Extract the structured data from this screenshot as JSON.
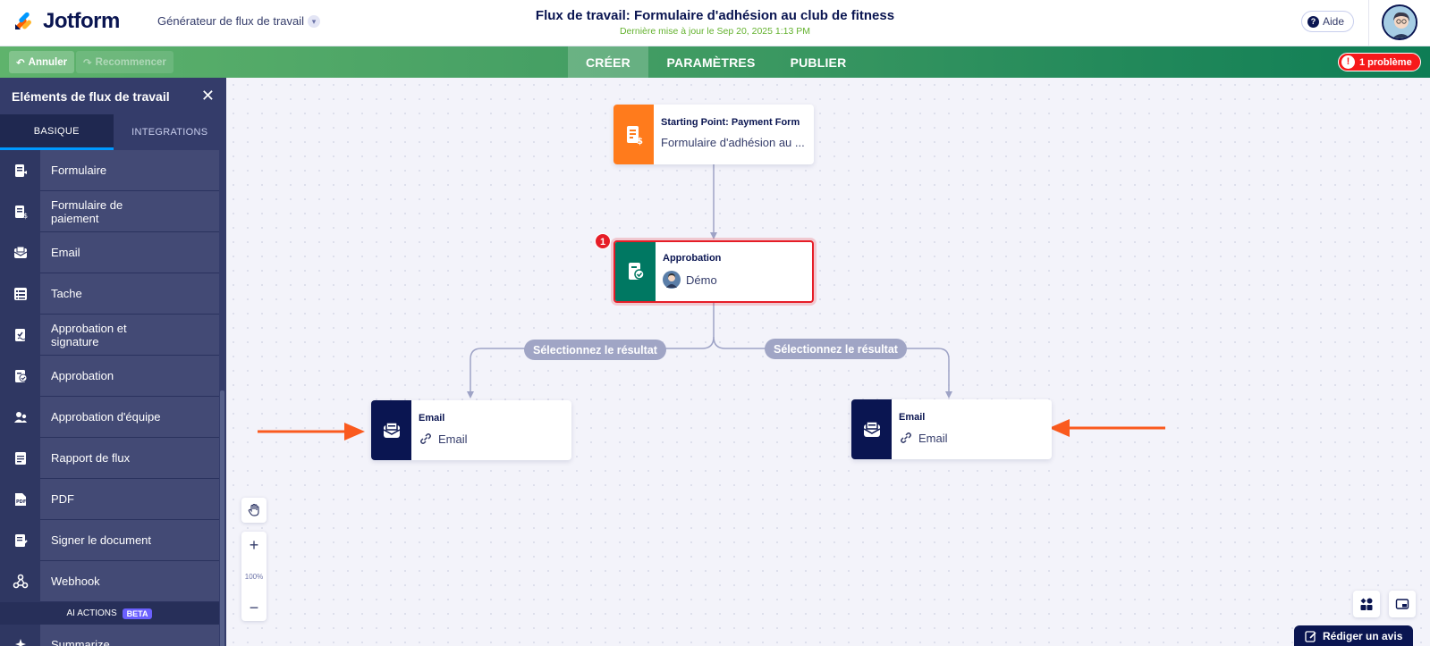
{
  "app": {
    "logo_text": "Jotform",
    "builder_selector": "Générateur de flux de travail",
    "title": "Flux de travail: Formulaire d'adhésion au club de fitness",
    "last_updated": "Dernière mise à jour le Sep 20, 2025 1:13 PM",
    "help_label": "Aide"
  },
  "toolbar": {
    "undo_label": "Annuler",
    "redo_label": "Recommencer",
    "tabs": [
      {
        "label": "CRÉER",
        "active": true
      },
      {
        "label": "PARAMÈTRES",
        "active": false
      },
      {
        "label": "PUBLIER",
        "active": false
      }
    ],
    "problem_label": "1 problème"
  },
  "sidebar": {
    "title": "Eléments de flux de travail",
    "tabs": [
      {
        "label": "BASIQUE",
        "active": true
      },
      {
        "label": "INTEGRATIONS",
        "active": false
      }
    ],
    "items": [
      {
        "label": "Formulaire",
        "icon": "form-icon"
      },
      {
        "label": "Formulaire de paiement",
        "icon": "payment-form-icon"
      },
      {
        "label": "Email",
        "icon": "email-icon"
      },
      {
        "label": "Tache",
        "icon": "task-icon"
      },
      {
        "label": "Approbation et signature",
        "icon": "approval-signature-icon"
      },
      {
        "label": "Approbation",
        "icon": "approval-icon"
      },
      {
        "label": "Approbation d'équipe",
        "icon": "team-approval-icon"
      },
      {
        "label": "Rapport de flux",
        "icon": "flow-report-icon"
      },
      {
        "label": "PDF",
        "icon": "pdf-icon"
      },
      {
        "label": "Signer le document",
        "icon": "sign-document-icon"
      },
      {
        "label": "Webhook",
        "icon": "webhook-icon"
      }
    ],
    "ai_actions_label": "AI ACTIONS",
    "beta_label": "BETA",
    "ai_items": [
      {
        "label": "Summarize",
        "icon": "summarize-icon"
      }
    ]
  },
  "canvas": {
    "start_node": {
      "title": "Starting Point: Payment Form",
      "subtitle": "Formulaire d'adhésion au ..."
    },
    "approval_node": {
      "title": "Approbation",
      "assignee": "Démo",
      "error_count": "1"
    },
    "result_pills": [
      "Sélectionnez le résultat",
      "Sélectionnez le résultat"
    ],
    "email_nodes": [
      {
        "title": "Email",
        "subtitle": "Email"
      },
      {
        "title": "Email",
        "subtitle": "Email"
      }
    ],
    "zoom_level": "100%"
  },
  "review_label": "Rédiger un avis",
  "colors": {
    "brand_navy": "#0a1551",
    "start_orange": "#ff7b1c",
    "approval_green": "#007862",
    "error_red": "#e61d27",
    "arrow_orange": "#fa5a1e"
  }
}
